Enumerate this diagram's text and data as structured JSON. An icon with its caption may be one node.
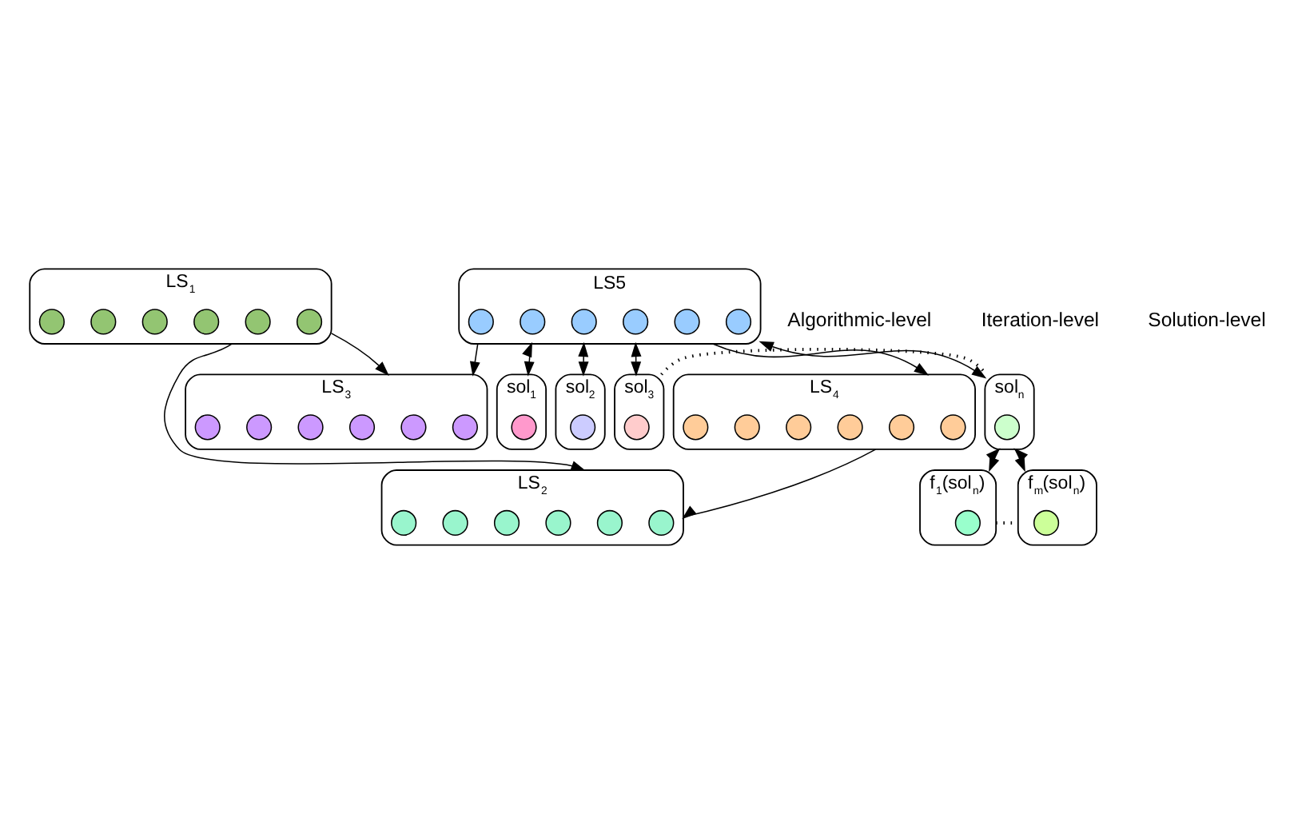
{
  "diagram": {
    "nodes": [
      {
        "text": [
          "LS$_{1}$"
        ]
      },
      {
        "text": [],
        "shape": "circle",
        "in": 0
      },
      {
        "text": [],
        "shape": "circle",
        "in": 0
      },
      {
        "text": [],
        "shape": "circle",
        "in": 0
      },
      {
        "text": [],
        "shape": "circle",
        "in": 0
      },
      {
        "text": [],
        "shape": "circle",
        "in": 0
      },
      {
        "text": [],
        "shape": "circle",
        "in": 0
      },
      {
        "text": [
          "LS$_{2}$"
        ]
      },
      {
        "text": [],
        "shape": "circle",
        "in": 7
      },
      {
        "text": [],
        "shape": "circle",
        "in": 7
      },
      {
        "text": [],
        "shape": "circle",
        "in": 7
      },
      {
        "text": [],
        "shape": "circle",
        "in": 7
      },
      {
        "text": [],
        "shape": "circle",
        "in": 7
      },
      {
        "text": [],
        "shape": "circle",
        "in": 7
      },
      {
        "text": [
          "LS5"
        ]
      },
      {
        "text": [],
        "shape": "circle",
        "in": 14
      },
      {
        "text": [],
        "shape": "circle",
        "in": 14
      },
      {
        "text": [],
        "shape": "circle",
        "in": 14
      },
      {
        "text": [],
        "shape": "circle",
        "in": 14
      },
      {
        "text": [],
        "shape": "circle",
        "in": 14
      },
      {
        "text": [],
        "shape": "circle",
        "in": 14
      },
      {
        "text": [
          "sol$_{1}$"
        ]
      },
      {
        "text": [],
        "shape": "circle",
        "in": 21
      },
      {
        "text": [
          "LS$_{3}$"
        ]
      },
      {
        "text": [],
        "shape": "circle",
        "in": 23
      },
      {
        "text": [],
        "shape": "circle",
        "in": 23
      },
      {
        "text": [],
        "shape": "circle",
        "in": 23
      },
      {
        "text": [],
        "shape": "circle",
        "in": 23
      },
      {
        "text": [],
        "shape": "circle",
        "in": 23
      },
      {
        "text": [],
        "shape": "circle",
        "in": 23
      },
      {
        "text": [
          "LS$_{4}$"
        ]
      },
      {
        "text": [],
        "shape": "circle",
        "in": 30
      },
      {
        "text": [],
        "shape": "circle",
        "in": 30
      },
      {
        "text": [],
        "shape": "circle",
        "in": 30
      },
      {
        "text": [],
        "shape": "circle",
        "in": 30
      },
      {
        "text": [],
        "shape": "circle",
        "in": 30
      },
      {
        "text": [],
        "shape": "circle",
        "in": 30
      },
      {
        "text": [
          "sol$_{2}$"
        ]
      },
      {
        "text": [],
        "shape": "circle",
        "in": 37
      },
      {
        "text": [
          "sol$_{3}$"
        ]
      },
      {
        "text": [],
        "shape": "circle",
        "in": 39
      },
      {
        "text": [
          "sol$_{n}$"
        ]
      },
      {
        "text": [],
        "shape": "circle",
        "in": 41
      },
      {
        "text": [
          "f$_{1}$(sol$_{n}$)"
        ]
      },
      {
        "text": [],
        "shape": "circle",
        "in": 43
      },
      {
        "text": [
          "f$_{m}$(sol$_{n}$)"
        ]
      },
      {
        "text": [],
        "shape": "circle",
        "in": 45
      }
    ],
    "edges": [
      {
        "from": 0,
        "to": 7,
        "arrow": "to"
      },
      {
        "from": 0,
        "to": 23,
        "arrow": "to"
      },
      {
        "from": 14,
        "to": 21,
        "arrow": "both"
      },
      {
        "from": 14,
        "to": 37,
        "arrow": "both"
      },
      {
        "from": 14,
        "to": 39,
        "arrow": "both"
      },
      {
        "from": 14,
        "to": 41,
        "arrow": "both"
      },
      {
        "from": 14,
        "to": 23,
        "arrow": "to"
      },
      {
        "from": 14,
        "to": 30,
        "arrow": "to"
      },
      {
        "from": 30,
        "to": 7,
        "arrow": "to"
      },
      {
        "from": 39,
        "to": 41,
        "arrow": "none",
        "style": "dashed"
      },
      {
        "from": 41,
        "to": 43,
        "arrow": "both"
      },
      {
        "from": 41,
        "to": 45,
        "arrow": "both"
      },
      {
        "from": 43,
        "to": 45,
        "arrow": "none",
        "style": "dashed"
      }
    ],
    "labels": [
      "Algorithmic-level",
      "Iteration-level",
      "Solution-level"
    ]
  }
}
